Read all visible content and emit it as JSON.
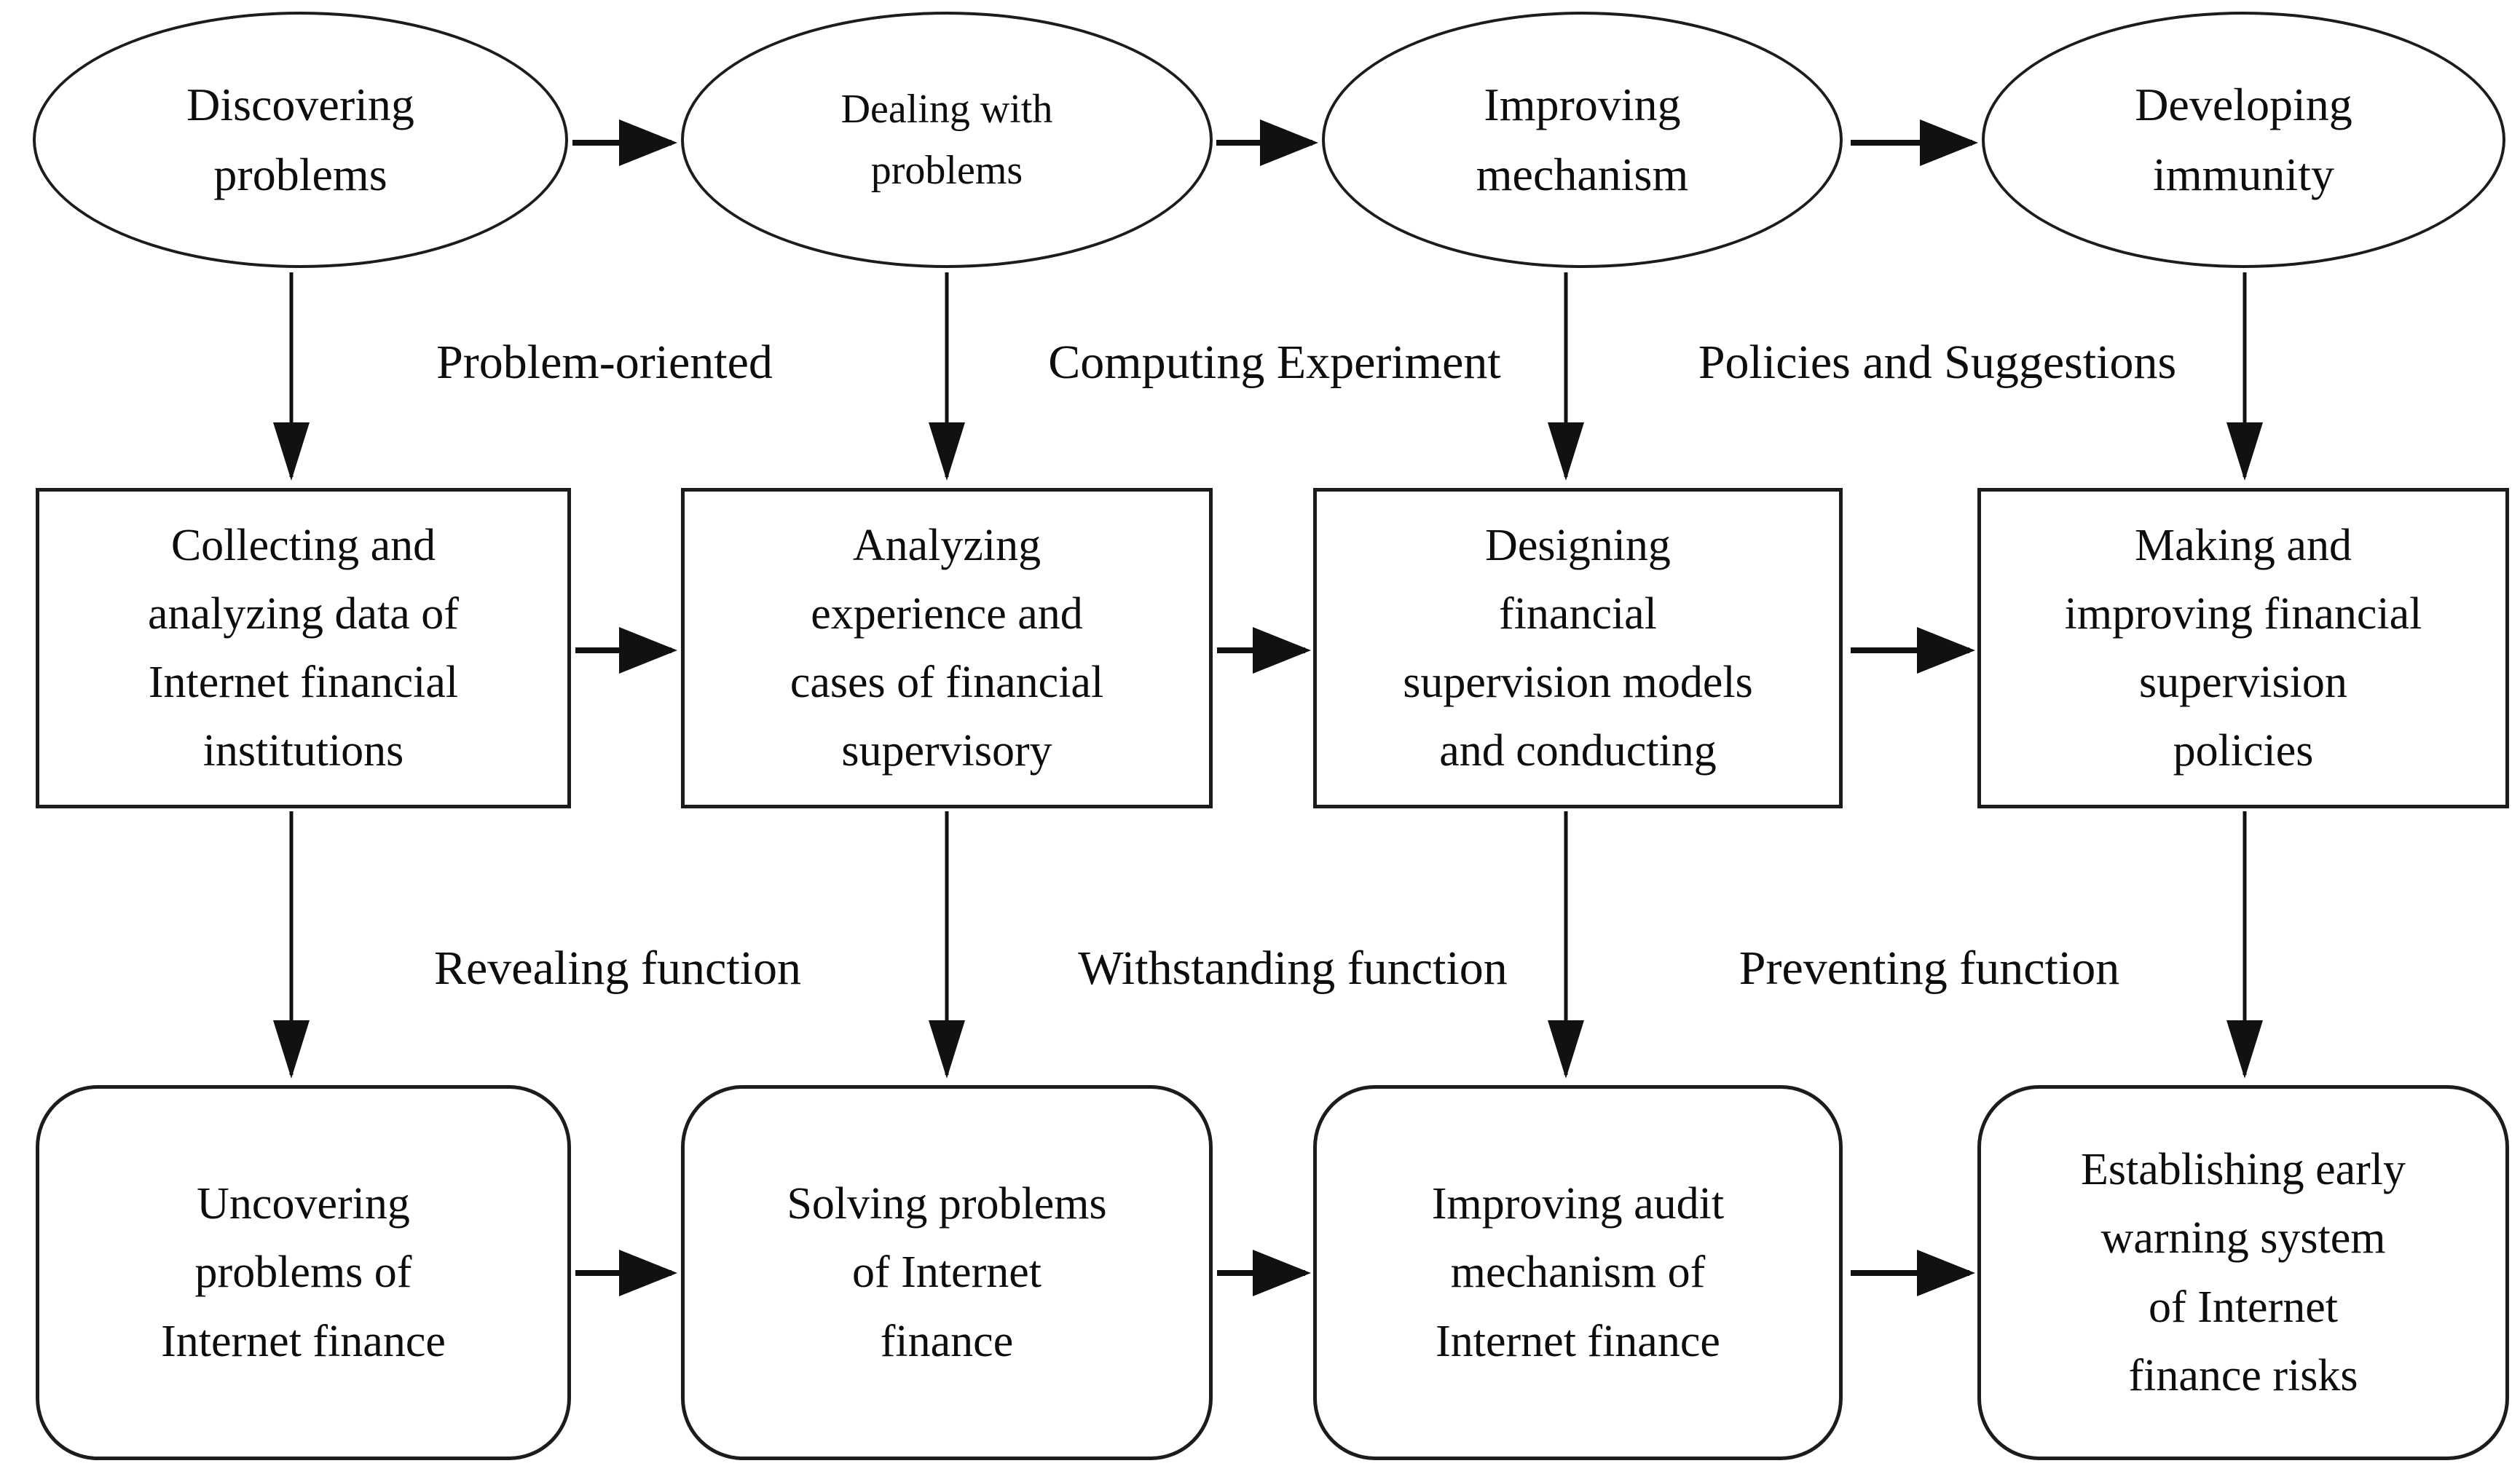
{
  "diagram": {
    "stages": [
      {
        "text": "Discovering\nproblems"
      },
      {
        "text": "Dealing with\nproblems"
      },
      {
        "text": "Improving\nmechanism"
      },
      {
        "text": "Developing\nimmunity"
      }
    ],
    "stage_labels": [
      "Problem-oriented",
      "Computing Experiment",
      "Policies and Suggestions"
    ],
    "processes": [
      {
        "text": "Collecting and\nanalyzing data of\nInternet financial\ninstitutions"
      },
      {
        "text": "Analyzing\nexperience and\ncases of financial\nsupervisory"
      },
      {
        "text": "Designing\nfinancial\nsupervision models\nand conducting"
      },
      {
        "text": "Making and\nimproving financial\nsupervision\npolicies"
      }
    ],
    "function_labels": [
      "Revealing function",
      "Withstanding function",
      "Preventing function"
    ],
    "outcomes": [
      {
        "text": "Uncovering\nproblems of\nInternet finance"
      },
      {
        "text": "Solving problems\nof Internet\nfinance"
      },
      {
        "text": "Improving audit\nmechanism of\nInternet finance"
      },
      {
        "text": "Establishing early\nwarning system\nof Internet\nfinance risks"
      }
    ],
    "colors": {
      "stroke": "#1c1c1c",
      "text": "#0d0d0d",
      "background": "#ffffff"
    }
  }
}
